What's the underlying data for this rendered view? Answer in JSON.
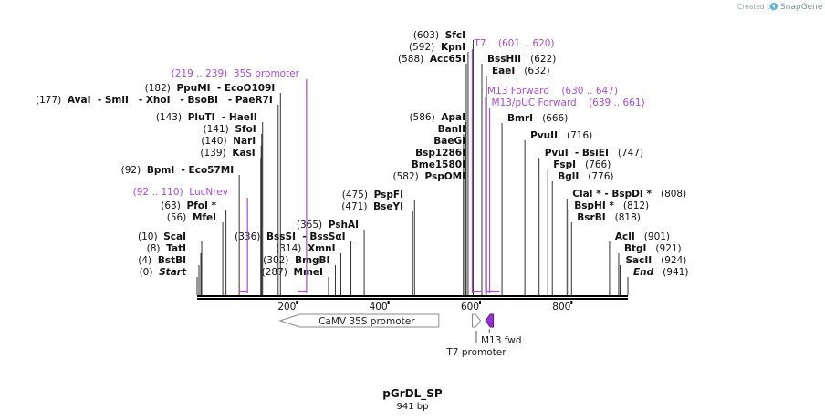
{
  "header": {
    "credit_prefix": "Created by",
    "brand": "SnapGene"
  },
  "plasmid": {
    "name": "pGrDL_SP",
    "length_label": "941 bp",
    "length": 941
  },
  "ruler_ticks": [
    {
      "pos": 200,
      "label": "200"
    },
    {
      "pos": 400,
      "label": "400"
    },
    {
      "pos": 600,
      "label": "600"
    },
    {
      "pos": 800,
      "label": "800"
    }
  ],
  "sites": [
    {
      "pos": 0,
      "prefix": "(0)  ",
      "name": "Start",
      "italic": true
    },
    {
      "pos": 4,
      "prefix": "(4)  ",
      "name": "BstBI"
    },
    {
      "pos": 8,
      "prefix": "(8)  ",
      "name": "TatI"
    },
    {
      "pos": 10,
      "prefix": "(10)  ",
      "name": "ScaI"
    },
    {
      "pos": 56,
      "prefix": "(56)  ",
      "name": "MfeI"
    },
    {
      "pos": 63,
      "prefix": "(63)  ",
      "name": "PfoI *"
    },
    {
      "pos": 92,
      "prefix": "(92)  ",
      "name": "BpmI",
      "rest": "  - Eco57MI"
    },
    {
      "pos": 139,
      "prefix": "(139)  ",
      "name": "KasI"
    },
    {
      "pos": 140,
      "prefix": "(140)  ",
      "name": "NarI"
    },
    {
      "pos": 141,
      "prefix": "(141)  ",
      "name": "SfoI"
    },
    {
      "pos": 143,
      "prefix": "(143)  ",
      "name": "PluTI",
      "rest": "  - HaeII"
    },
    {
      "pos": 177,
      "prefix": "(177)  ",
      "name": "AvaI",
      "rest": "  - SmlI   - XhoI   - BsoBI   - PaeR7I"
    },
    {
      "pos": 182,
      "prefix": "(182)  ",
      "name": "PpuMI",
      "rest": "  - EcoO109I"
    },
    {
      "pos": 287,
      "prefix": "(287)  ",
      "name": "MmeI"
    },
    {
      "pos": 302,
      "prefix": "(302)  ",
      "name": "BmgBI"
    },
    {
      "pos": 314,
      "prefix": "(314)  ",
      "name": "XmnI"
    },
    {
      "pos": 336,
      "prefix": "(336)  ",
      "name": "BssSI",
      "rest": "  - BssSαI"
    },
    {
      "pos": 365,
      "prefix": "(365)  ",
      "name": "PshAI"
    },
    {
      "pos": 471,
      "prefix": "(471)  ",
      "name": "BseYI"
    },
    {
      "pos": 475,
      "prefix": "(475)  ",
      "name": "PspFI"
    },
    {
      "pos": 582,
      "prefix": "(582)  ",
      "name": "PspOMI"
    },
    {
      "pos": 582,
      "prefix": "",
      "name": "Bme1580I"
    },
    {
      "pos": 582,
      "prefix": "",
      "name": "Bsp1286I"
    },
    {
      "pos": 582,
      "prefix": "",
      "name": "BaeGI"
    },
    {
      "pos": 582,
      "prefix": "",
      "name": "BanII"
    },
    {
      "pos": 586,
      "prefix": "(586)  ",
      "name": "ApaI"
    },
    {
      "pos": 588,
      "prefix": "(588)  ",
      "name": "Acc65I"
    },
    {
      "pos": 592,
      "prefix": "(592)  ",
      "name": "KpnI"
    },
    {
      "pos": 603,
      "prefix": "(603)  ",
      "name": "SfcI"
    },
    {
      "pos": 622,
      "name": "BssHII",
      "suffix": "   (622)"
    },
    {
      "pos": 632,
      "name": "EaeI",
      "suffix": "   (632)"
    },
    {
      "pos": 666,
      "name": "BmrI",
      "suffix": "   (666)"
    },
    {
      "pos": 716,
      "name": "PvuII",
      "suffix": "   (716)"
    },
    {
      "pos": 747,
      "name": "PvuI",
      "rest": "  - BsiEI",
      "suffix": "   (747)"
    },
    {
      "pos": 766,
      "name": "FspI",
      "suffix": "   (766)"
    },
    {
      "pos": 776,
      "name": "BglI",
      "suffix": "   (776)"
    },
    {
      "pos": 808,
      "name": "ClaI *",
      "rest": " - BspDI *",
      "suffix": "   (808)"
    },
    {
      "pos": 812,
      "name": "BspHI *",
      "suffix": "   (812)"
    },
    {
      "pos": 818,
      "name": "BsrBI",
      "suffix": "   (818)"
    },
    {
      "pos": 901,
      "name": "AclI",
      "suffix": "   (901)"
    },
    {
      "pos": 921,
      "name": "BtgI",
      "suffix": "   (921)"
    },
    {
      "pos": 924,
      "name": "SacII",
      "suffix": "   (924)"
    },
    {
      "pos": 941,
      "name": "End",
      "italic": true,
      "suffix": "   (941)"
    }
  ],
  "primers": [
    {
      "label": "(92 .. 110)  LucNrev",
      "start": 92,
      "end": 110
    },
    {
      "label": "(219 .. 239)  35S promoter",
      "start": 219,
      "end": 239
    },
    {
      "label": "T7    (601 .. 620)",
      "start": 601,
      "end": 620
    },
    {
      "label": "M13 Forward    (630 .. 647)",
      "start": 630,
      "end": 647
    },
    {
      "label": "M13/pUC Forward    (639 .. 661)",
      "start": 639,
      "end": 661
    }
  ],
  "features": [
    {
      "label": "CaMV 35S promoter",
      "start": 181,
      "end": 528,
      "strand": -1,
      "fill": "#ffffff",
      "stroke": "#8a8a8a"
    },
    {
      "label": "T7 promoter",
      "start": 601,
      "end": 619,
      "strand": 1,
      "fill": "#ffffff",
      "stroke": "#8a8a8a"
    },
    {
      "label": "M13 fwd",
      "start": 630,
      "end": 647,
      "strand": -1,
      "fill": "#9a2fd6",
      "stroke": "#5f1a8c"
    }
  ],
  "colors": {
    "primer": "#a64bd8",
    "feature_accent": "#9a2fd6",
    "backbone": "#000000",
    "site_line": "#333333"
  }
}
